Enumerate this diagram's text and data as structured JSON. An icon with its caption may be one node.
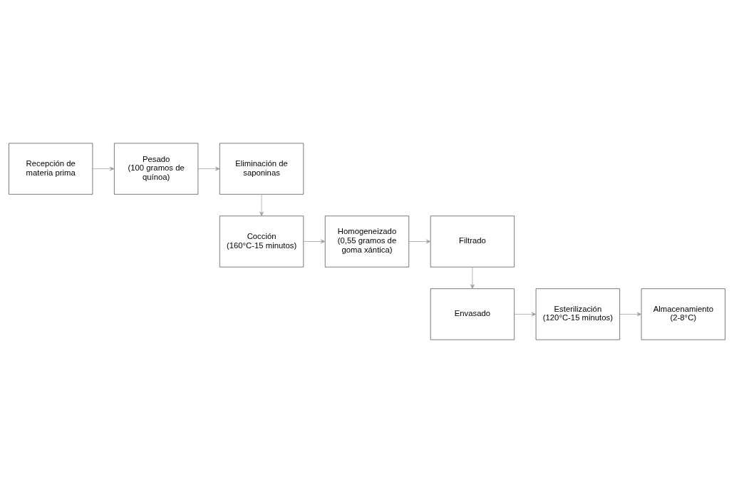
{
  "diagram": {
    "nodes": [
      {
        "text": [
          "Recepción de materia prima"
        ]
      },
      {
        "text": [
          "Pesado",
          "(100 gramos de quínoa)"
        ]
      },
      {
        "text": [
          "Eliminación de saponinas"
        ]
      },
      {
        "text": [
          "Cocción",
          "(160°C-15 minutos)"
        ]
      },
      {
        "text": [
          "Homogeneizado",
          "(0,55 gramos de goma xántica)"
        ]
      },
      {
        "text": [
          "Filtrado"
        ]
      },
      {
        "text": [
          "Envasado"
        ]
      },
      {
        "text": [
          "Esterilización",
          "(120°C-15 minutos)"
        ]
      },
      {
        "text": [
          "Almacenamiento",
          "(2-8°C)"
        ]
      }
    ],
    "edges": [
      {
        "from": 0,
        "to": 1,
        "arrow": "to"
      },
      {
        "from": 1,
        "to": 2,
        "arrow": "to"
      },
      {
        "from": 2,
        "to": 3,
        "arrow": "to"
      },
      {
        "from": 3,
        "to": 4,
        "arrow": "to"
      },
      {
        "from": 4,
        "to": 5,
        "arrow": "to"
      },
      {
        "from": 5,
        "to": 6,
        "arrow": "to"
      },
      {
        "from": 6,
        "to": 7,
        "arrow": "to"
      },
      {
        "from": 7,
        "to": 8,
        "arrow": "to"
      }
    ]
  }
}
